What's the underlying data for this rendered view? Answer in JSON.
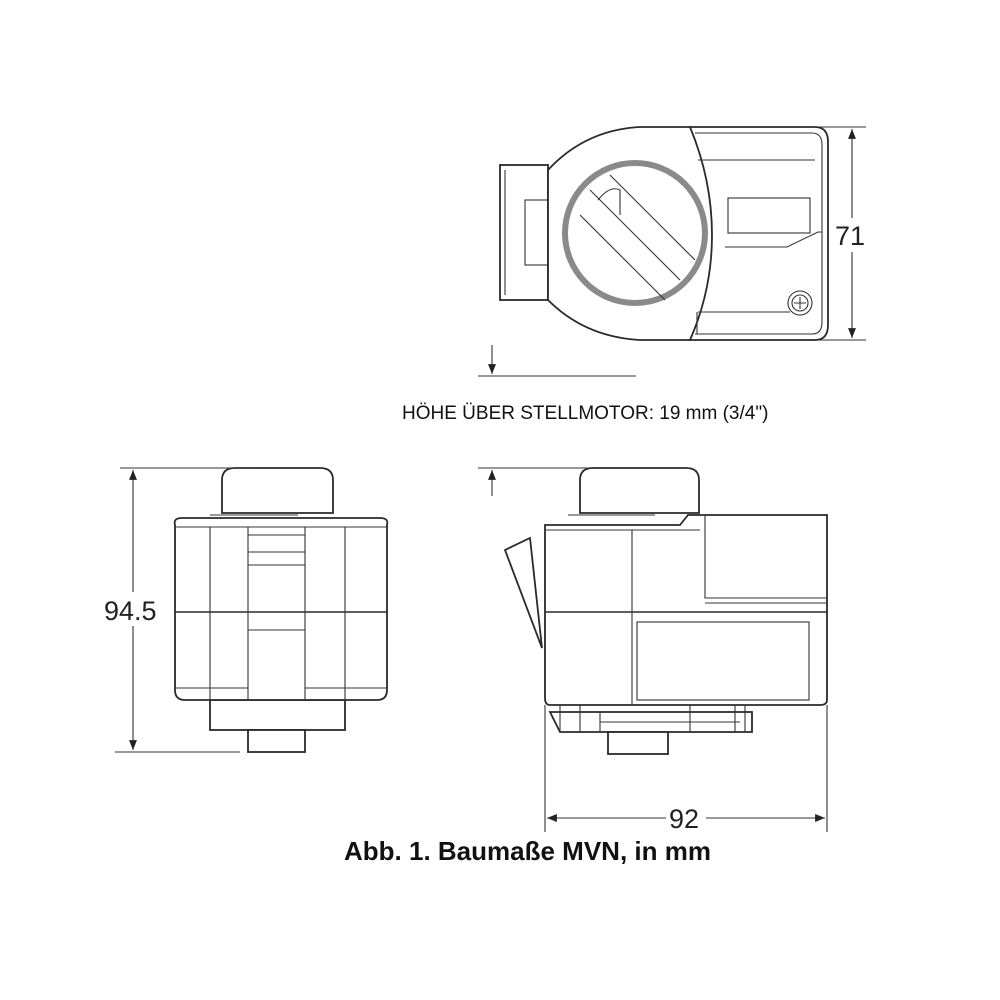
{
  "dimensions": {
    "width_label": "92",
    "height_label": "94.5",
    "depth_label": "71"
  },
  "note": "HÖHE ÜBER STELLMOTOR: 19 mm (3/4\")",
  "caption": "Abb. 1. Baumaße MVN, in mm"
}
